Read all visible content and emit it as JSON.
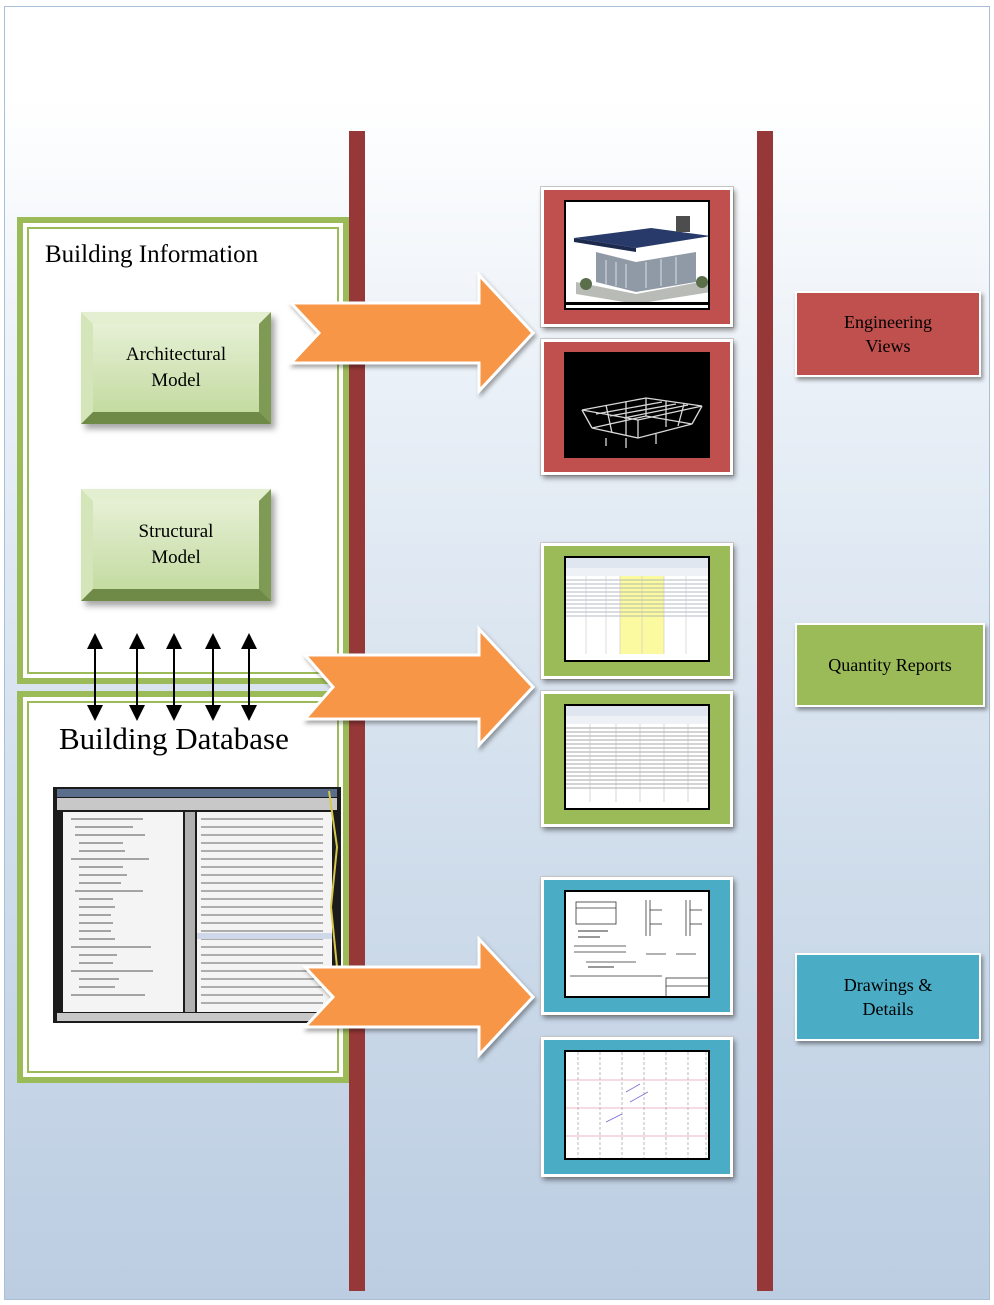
{
  "groups": {
    "building_information": {
      "title": "Building Information"
    },
    "building_database": {
      "title": "Building Database"
    }
  },
  "models": {
    "architectural": {
      "line1": "Architectural",
      "line2": "Model"
    },
    "structural": {
      "line1": "Structural",
      "line2": "Model"
    }
  },
  "outputs": {
    "engineering_views": {
      "line1": "Engineering",
      "line2": "Views"
    },
    "quantity_reports": {
      "line1": "Quantity Reports"
    },
    "drawings_details": {
      "line1": "Drawings &",
      "line2": "Details"
    }
  },
  "icons": {
    "database_thumbnail": "project-explorer-screenshot-icon",
    "view_3d": "building-3d-render-icon",
    "view_wireframe": "structural-wireframe-icon",
    "report_sheet_1": "spreadsheet-highlight-icon",
    "report_sheet_2": "spreadsheet-table-icon",
    "drawing_detail": "section-detail-drawing-icon",
    "drawing_plan": "plan-grid-drawing-icon"
  },
  "colors": {
    "divider": "#973838",
    "group_border": "#9bbb59",
    "engineering": "#c0504d",
    "quantity": "#9bbb59",
    "drawings": "#4bacc6",
    "arrow": "#f79646",
    "model_box": "#d7e4bd"
  }
}
